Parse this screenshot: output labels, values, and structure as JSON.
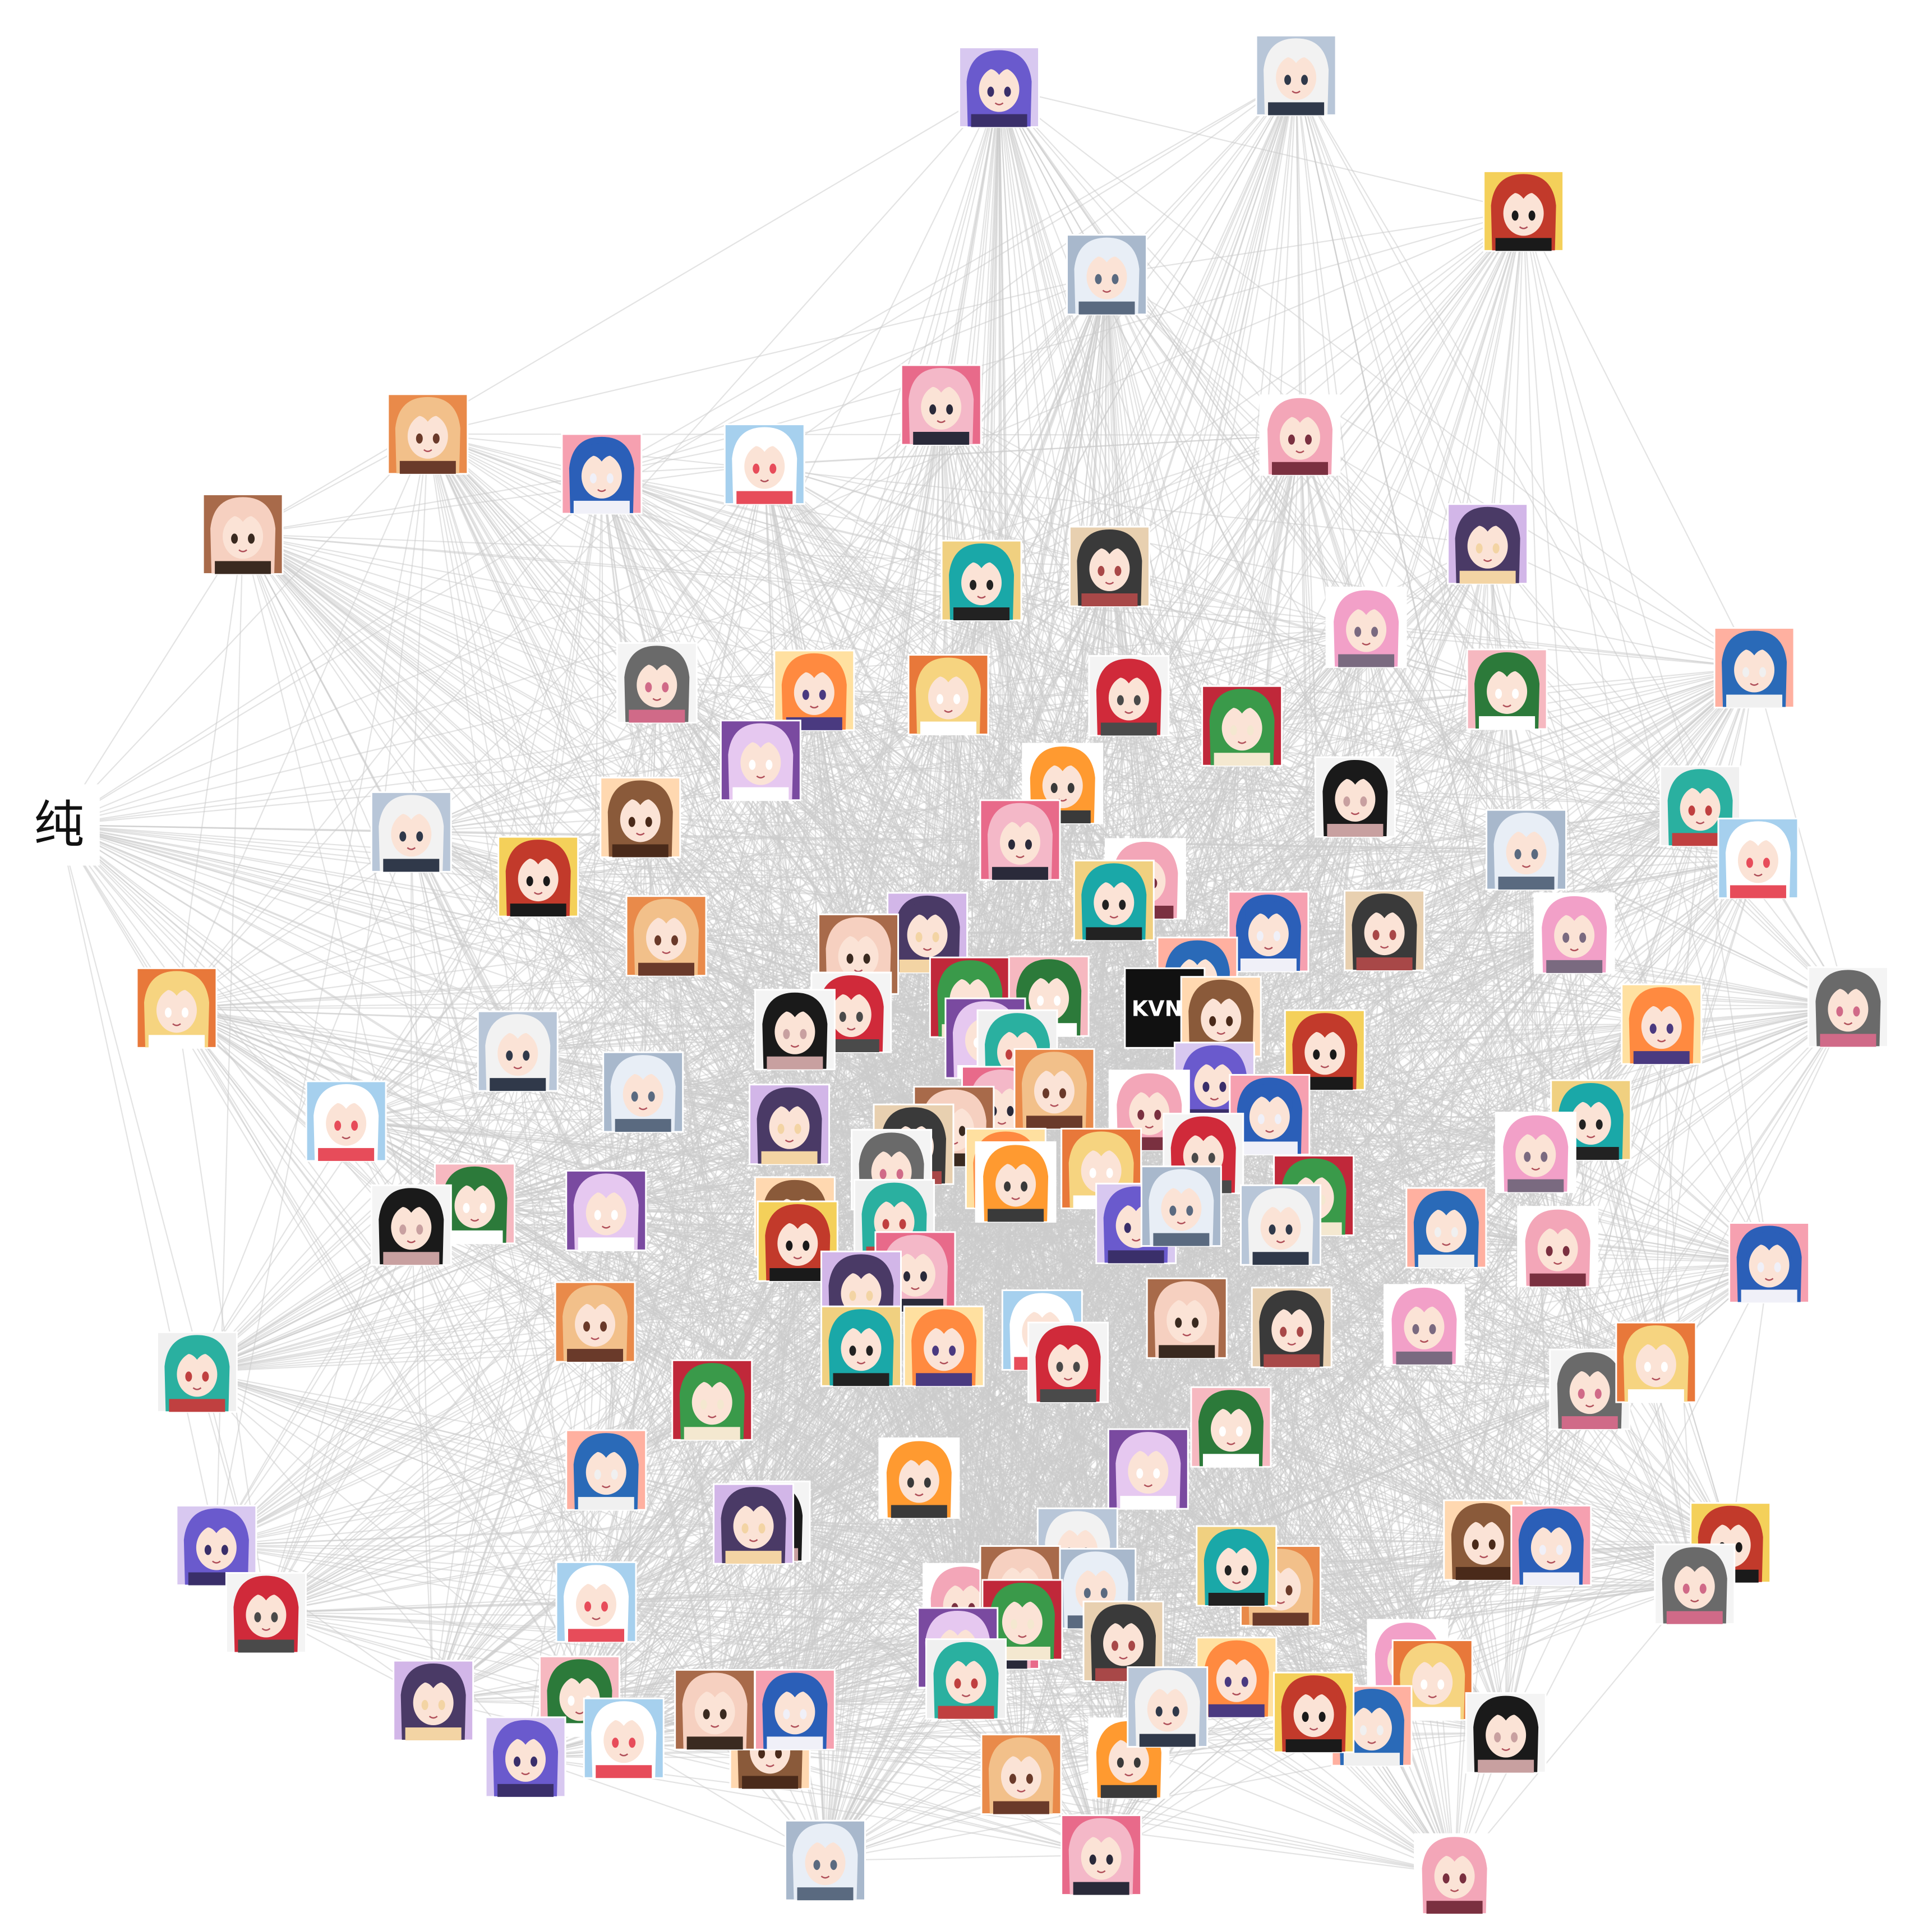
{
  "graph": {
    "edge_color": "#cccccc",
    "node_border": "#ffffff",
    "text_nodes": [
      {
        "id": "avatar-chinese-char",
        "label": "纯"
      },
      {
        "id": "avatar-kvnz-logo",
        "label": "KVNZ"
      }
    ],
    "palettes": [
      [
        "#6a5acd",
        "#d8c8f0",
        "#3a2f6a"
      ],
      [
        "#f2f2f2",
        "#b8c6d8",
        "#30394a"
      ],
      [
        "#c23a2b",
        "#f4d05a",
        "#1a1a1a"
      ],
      [
        "#e8eef6",
        "#a8b8cc",
        "#5a6a80"
      ],
      [
        "#f4b8c8",
        "#e86a8a",
        "#2a2a3a"
      ],
      [
        "#f3a6b8",
        "#ffffff",
        "#7a3040"
      ],
      [
        "#4a3a66",
        "#d2b6e8",
        "#f3d4a4"
      ],
      [
        "#f2c08a",
        "#e98a4a",
        "#6a3a2a"
      ],
      [
        "#2b5fb8",
        "#f6a0b0",
        "#f0f0f8"
      ],
      [
        "#ffffff",
        "#a6d0ee",
        "#e74c5a"
      ],
      [
        "#f6d0c0",
        "#a86a4a",
        "#3a2a20"
      ],
      [
        "#1aa8a8",
        "#f0d080",
        "#222222"
      ],
      [
        "#3a3a3a",
        "#e8d0b0",
        "#a84848"
      ],
      [
        "#f2a0c8",
        "#ffffff",
        "#7a6a80"
      ],
      [
        "#6a6a6a",
        "#f4f4f4",
        "#d06a88"
      ],
      [
        "#ff8a40",
        "#ffe0a0",
        "#4a3a80"
      ],
      [
        "#f6d480",
        "#e8783a",
        "#ffffff"
      ],
      [
        "#d02a3a",
        "#f4f4f4",
        "#4a4a4a"
      ],
      [
        "#3a9a4a",
        "#c0283a",
        "#f4e8d0"
      ],
      [
        "#2c7a3a",
        "#f6b8c0",
        "#ffffff"
      ],
      [
        "#2a6ab8",
        "#ffb0a0",
        "#f0f0f0"
      ],
      [
        "#ff9a30",
        "#ffffff",
        "#3a3a3a"
      ],
      [
        "#e6c8f0",
        "#7a4aa0",
        "#ffffff"
      ],
      [
        "#1a1a1a",
        "#f4f4f4",
        "#c8a0a0"
      ],
      [
        "#8a5a3a",
        "#ffd8b0",
        "#4a2a1a"
      ],
      [
        "#2ab0a0",
        "#f0f0f0",
        "#c04040"
      ]
    ]
  }
}
